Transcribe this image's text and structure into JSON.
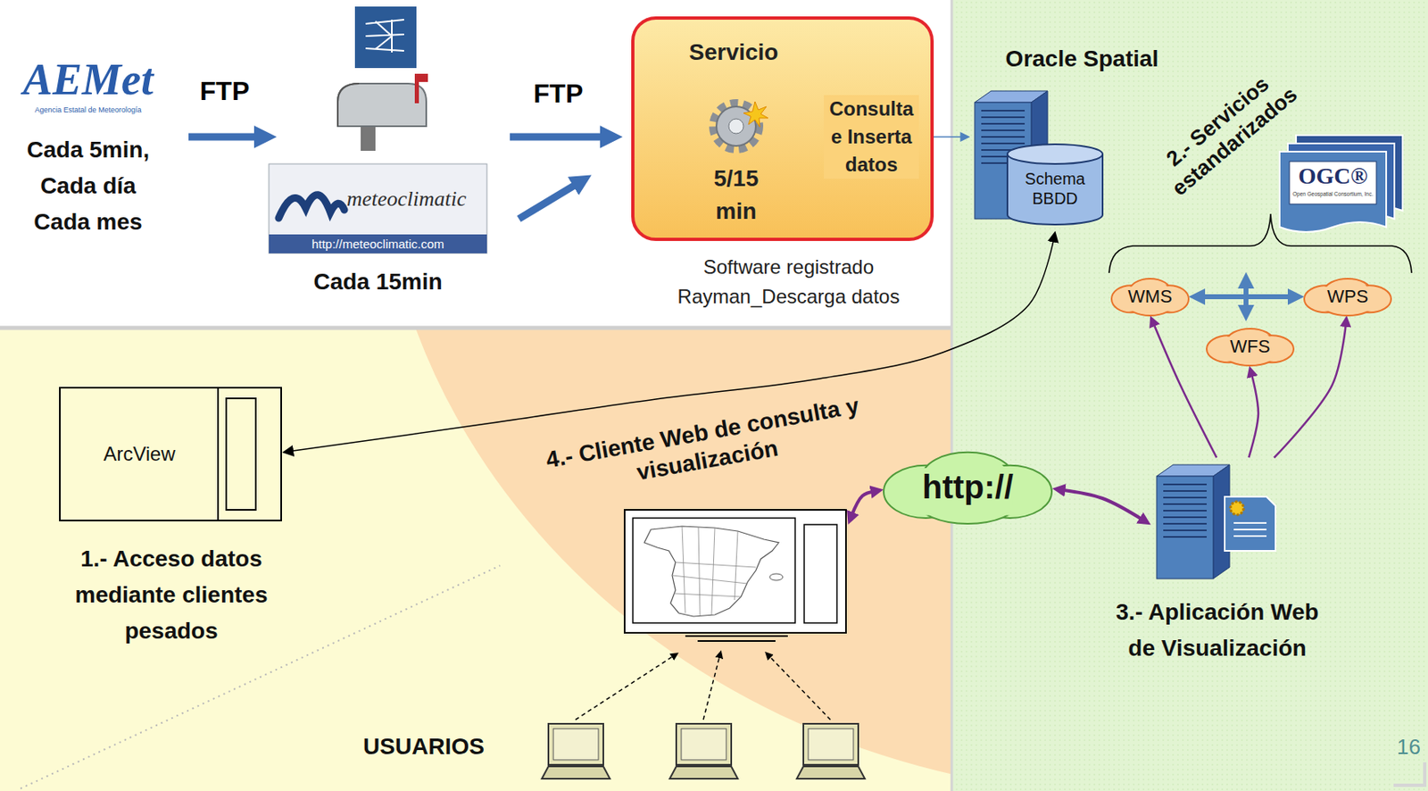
{
  "diagram": {
    "nodes": [
      {
        "text": [
          "AEMet",
          "Agencia Estatal de Meteorología",
          "Cada 5min, Cada día Cada mes"
        ]
      },
      {
        "text": [
          "meteoclimatic",
          "http://meteoclimatic.com",
          "Cada 15min"
        ]
      },
      {
        "text": [
          "Servicio",
          "Software registrado Rayman_Descarga datos"
        ]
      },
      {
        "text": [
          "5/15 min"
        ],
        "in": 2
      },
      {
        "text": [
          "Oracle Spatial",
          "Schema BBDD"
        ]
      },
      {
        "text": [
          "OGC®",
          "Open Geospatial Consortium, Inc."
        ]
      },
      {
        "text": [
          "WMS"
        ]
      },
      {
        "text": [
          "WPS"
        ]
      },
      {
        "text": [
          "WFS"
        ]
      },
      {
        "text": [
          "ArcView",
          "1.- Acceso datos mediante clientes pesados"
        ]
      },
      {
        "text": [
          "4.- Cliente Web de consulta y visualización"
        ]
      },
      {
        "text": [
          "http://"
        ]
      },
      {
        "text": [
          "3.- Aplicación Web de Visualización"
        ]
      }
    ],
    "edges": [
      {
        "from": 0,
        "to": 1,
        "arrow": "to",
        "label": "FTP"
      },
      {
        "from": 1,
        "to": 2,
        "arrow": "to",
        "label": "FTP"
      },
      {
        "from": 3,
        "to": 4,
        "arrow": "both",
        "label": "Consulta e Inserta datos"
      },
      {
        "from": 4,
        "to": 9,
        "arrow": "both"
      },
      {
        "from": 6,
        "to": 7,
        "arrow": "both"
      },
      {
        "from": 12,
        "to": 6,
        "arrow": "to"
      },
      {
        "from": 12,
        "to": 8,
        "arrow": "to"
      },
      {
        "from": 12,
        "to": 7,
        "arrow": "to"
      },
      {
        "from": 10,
        "to": 11,
        "arrow": "both"
      },
      {
        "from": 11,
        "to": 12,
        "arrow": "both"
      }
    ],
    "labels": [
      "2.- Servicios estandarizados",
      "USUARIOS",
      "16"
    ]
  }
}
